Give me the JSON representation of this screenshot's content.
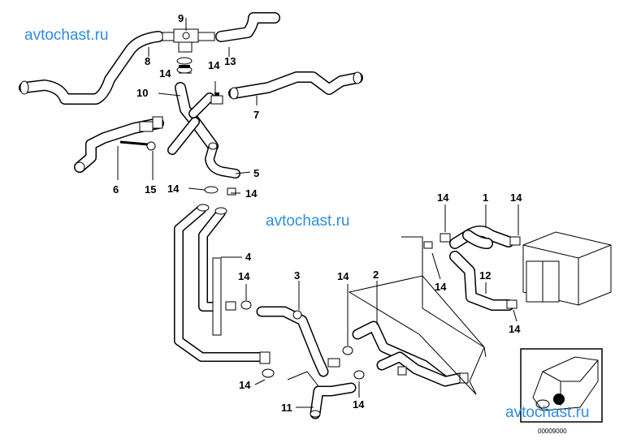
{
  "watermarks": [
    "avtochast.ru",
    "avtochast.ru",
    "avtochast.ru"
  ],
  "callouts": {
    "p1": "1",
    "p2": "2",
    "p3": "3",
    "p4": "4",
    "p5": "5",
    "p6": "6",
    "p7": "7",
    "p8": "8",
    "p9": "9",
    "p10": "10",
    "p11": "11",
    "p12": "12",
    "p13": "13",
    "p14": "14",
    "p15": "15"
  },
  "doc_number": "00009000",
  "icons": [
    "hose",
    "hose-clamp",
    "t-connector",
    "heater-core",
    "car-thumbnail"
  ]
}
